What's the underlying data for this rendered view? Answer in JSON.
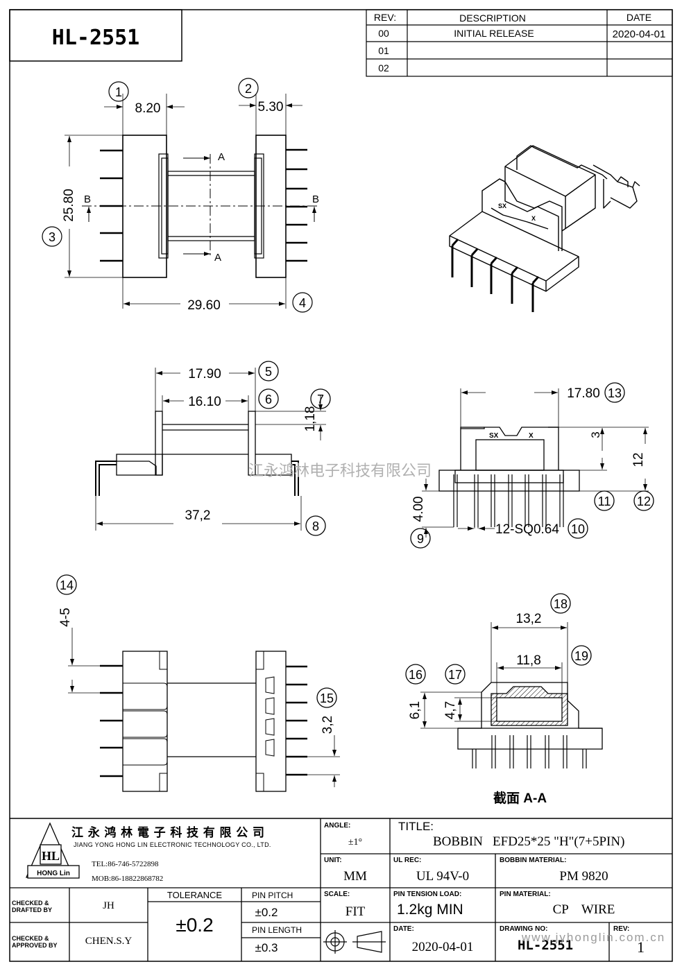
{
  "part_number": "HL-2551",
  "revision_table": {
    "headers": {
      "rev": "REV:",
      "description": "DESCRIPTION",
      "date": "DATE"
    },
    "rows": [
      {
        "rev": "00",
        "description": "INITIAL RELEASE",
        "date": "2020-04-01"
      },
      {
        "rev": "01",
        "description": "",
        "date": ""
      },
      {
        "rev": "02",
        "description": "",
        "date": ""
      }
    ]
  },
  "views": {
    "top": {
      "dims": [
        "8.20",
        "5.30",
        "25.80",
        "29.60"
      ],
      "balloons": [
        "1",
        "2",
        "3",
        "4"
      ],
      "section_labels": [
        "A",
        "A",
        "B",
        "B"
      ]
    },
    "front": {
      "dims": [
        "17.90",
        "16.10",
        "1,18",
        "37,2"
      ],
      "balloons": [
        "5",
        "6",
        "7",
        "8"
      ]
    },
    "side": {
      "dims": [
        "17.80",
        "3",
        "12",
        "4.00",
        "12-SQ0.64"
      ],
      "balloons": [
        "13",
        "11",
        "12",
        "9",
        "10"
      ],
      "markings": [
        "SX",
        "X"
      ]
    },
    "bottom": {
      "dims": [
        "4-5",
        "3,2"
      ],
      "balloons": [
        "14",
        "15"
      ]
    },
    "section": {
      "dims": [
        "13,2",
        "11,8",
        "6,1",
        "4,7"
      ],
      "balloons": [
        "18",
        "19",
        "16",
        "17"
      ],
      "caption": "截面  A-A"
    }
  },
  "watermark": "江永鸿林电子科技有限公司",
  "url_watermark": "www.jyhonglin.com.cn",
  "title_block": {
    "company_cn": "江 永 鸿 林 電 子 科 技 有 限 公 司",
    "company_en": "JIANG YONG HONG LIN ELECTRONIC TECHNOLOGY CO., LTD.",
    "logo_text": "HL",
    "logo_sub": "HONG Lin",
    "tel": "TEL:86-746-5722898",
    "mob": "MOB:86-18822868782",
    "angle_label": "ANGLE:",
    "angle_value": "±1°",
    "title_label": "TITLE:",
    "title_value": "BOBBIN   EFD25*25 \"H\"(7+5PIN)",
    "unit_label": "UNIT:",
    "unit_value": "MM",
    "ul_label": "UL REC:",
    "ul_value": "UL 94V-0",
    "bobbin_material_label": "BOBBIN MATERIAL:",
    "bobbin_material_value": "PM 9820",
    "checked_drafted_label": "CHECKED & DRAFTED BY",
    "checked_drafted_value": "JH",
    "checked_approved_label": "CHECKED & APPROVED BY",
    "checked_approved_value": "CHEN.S.Y",
    "tolerance_label": "TOLERANCE",
    "tolerance_value": "±0.2",
    "pin_pitch_label": "PIN PITCH",
    "pin_pitch_value": "±0.2",
    "pin_length_label": "PIN LENGTH",
    "pin_length_value": "±0.3",
    "scale_label": "SCALE:",
    "scale_value": "FIT",
    "pin_tension_label": "PIN TENSION LOAD:",
    "pin_tension_value": "1.2kg MIN",
    "pin_material_label": "PIN MATERIAL:",
    "pin_material_value": "CP    WIRE",
    "date_label": "DATE:",
    "date_value": "2020-04-01",
    "drawing_no_label": "DRAWING NO:",
    "drawing_no_value": "HL-2551",
    "rev_label": "REV:",
    "rev_value": "1"
  }
}
